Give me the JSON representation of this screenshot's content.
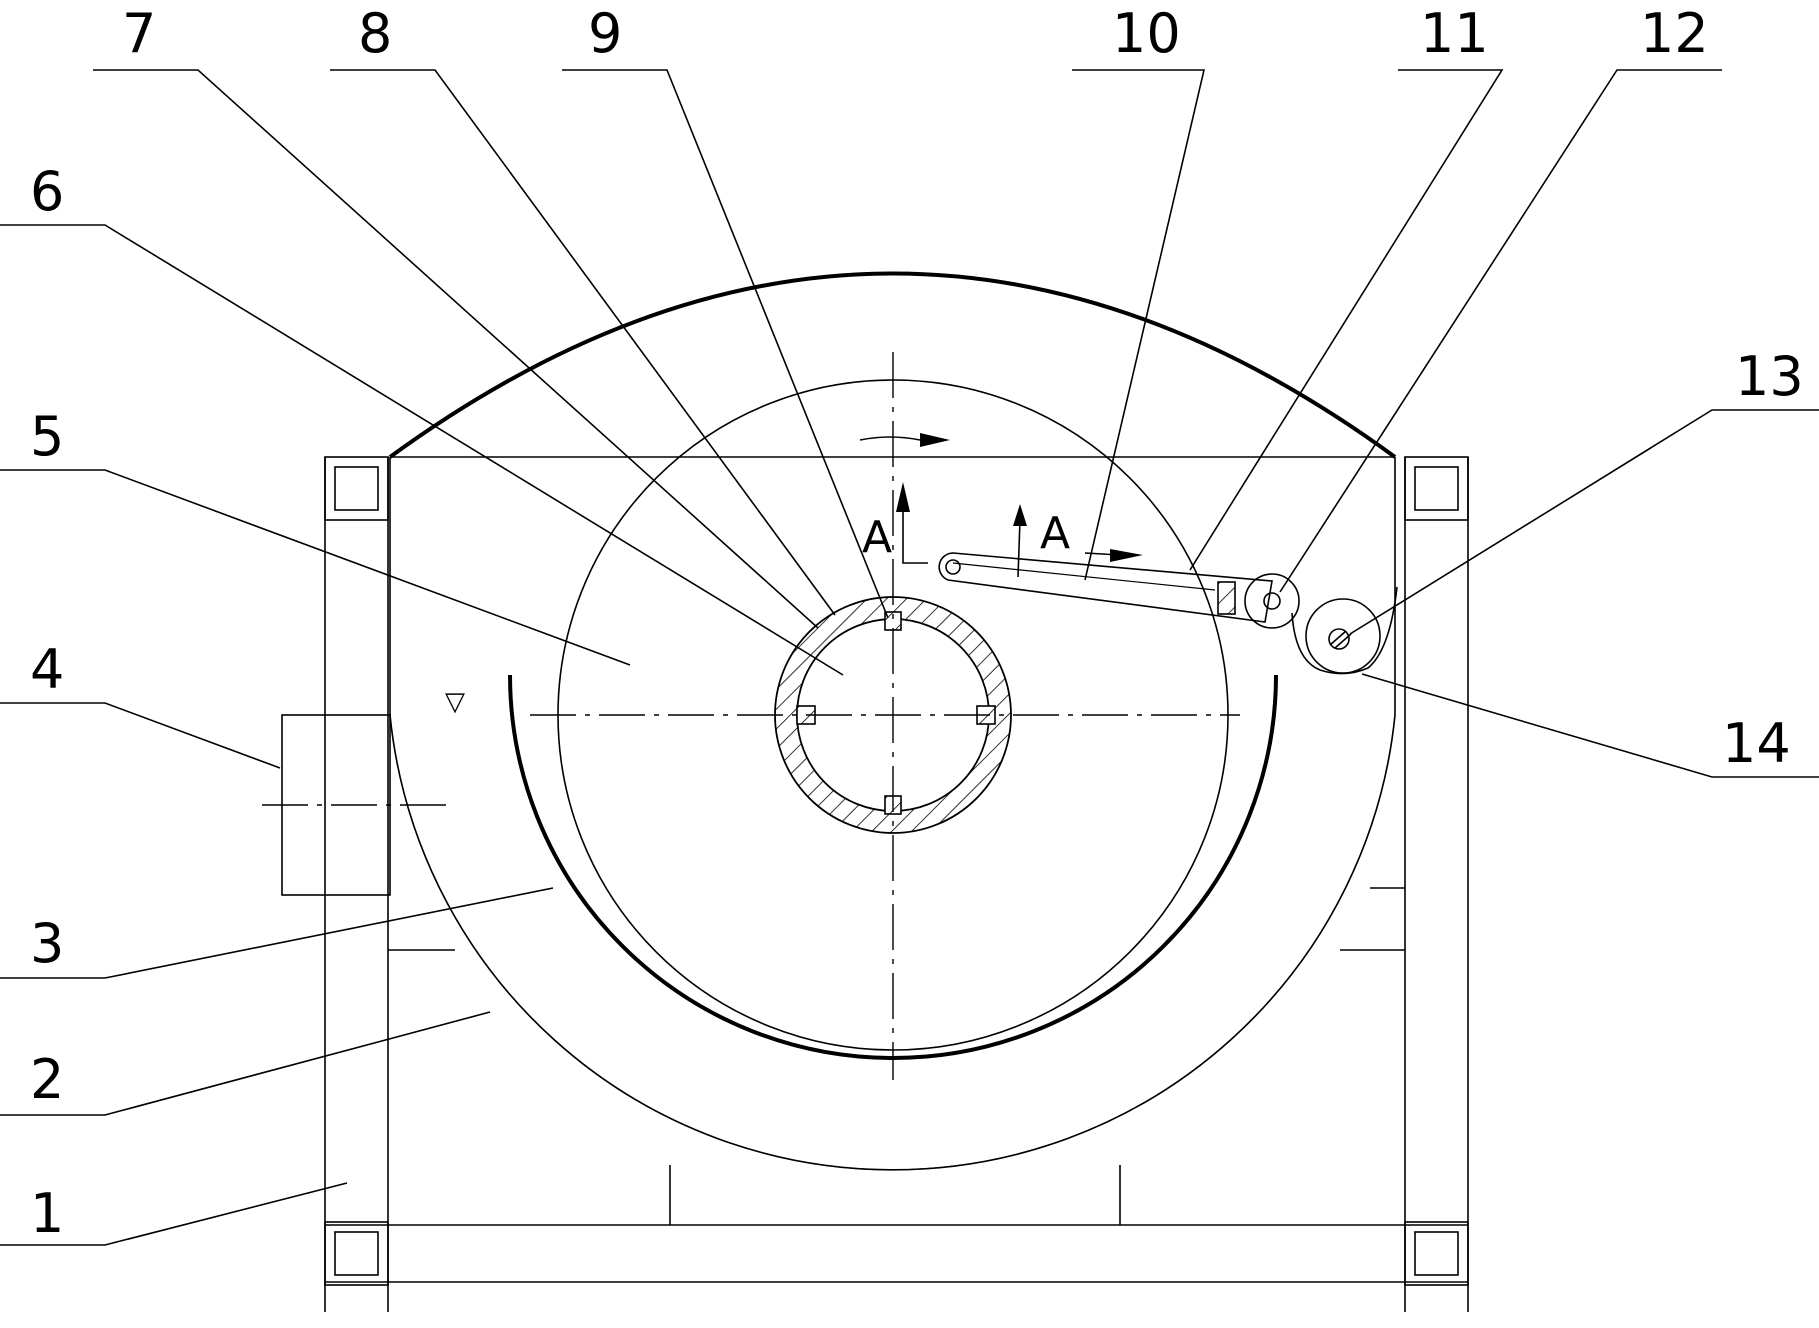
{
  "section_label": "A",
  "water_level_symbol": "▽",
  "parts": [
    {
      "id": "p1",
      "number": "1"
    },
    {
      "id": "p2",
      "number": "2"
    },
    {
      "id": "p3",
      "number": "3"
    },
    {
      "id": "p4",
      "number": "4"
    },
    {
      "id": "p5",
      "number": "5"
    },
    {
      "id": "p6",
      "number": "6"
    },
    {
      "id": "p7",
      "number": "7"
    },
    {
      "id": "p8",
      "number": "8"
    },
    {
      "id": "p9",
      "number": "9"
    },
    {
      "id": "p10",
      "number": "10"
    },
    {
      "id": "p11",
      "number": "11"
    },
    {
      "id": "p12",
      "number": "12"
    },
    {
      "id": "p13",
      "number": "13"
    },
    {
      "id": "p14",
      "number": "14"
    }
  ]
}
